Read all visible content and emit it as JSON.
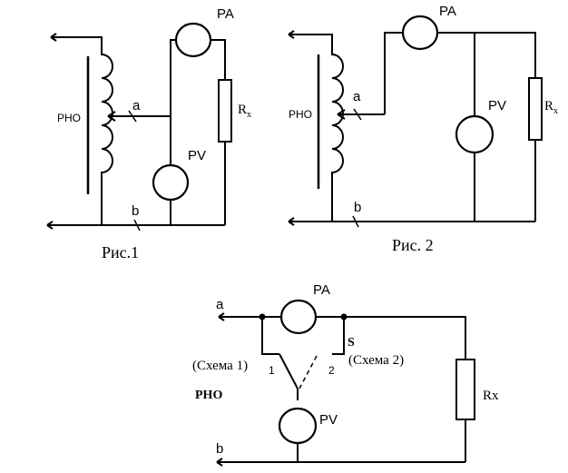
{
  "fig1": {
    "caption": "Рис.1",
    "regulator": "РНО",
    "ammeter": "PA",
    "voltmeter": "PV",
    "resistor": "R",
    "resistor_sub": "x",
    "node_a": "a",
    "node_b": "b"
  },
  "fig2": {
    "caption": "Рис. 2",
    "regulator": "РНО",
    "ammeter": "PA",
    "voltmeter": "PV",
    "resistor": "R",
    "resistor_sub": "x",
    "node_a": "a",
    "node_b": "b"
  },
  "fig3": {
    "regulator": "РНО",
    "ammeter": "PA",
    "voltmeter": "PV",
    "resistor": "Rx",
    "node_a": "a",
    "node_b": "b",
    "switch": "S",
    "scheme1": "(Схема 1)",
    "scheme2": "(Схема 2)",
    "pos1": "1",
    "pos2": "2"
  }
}
